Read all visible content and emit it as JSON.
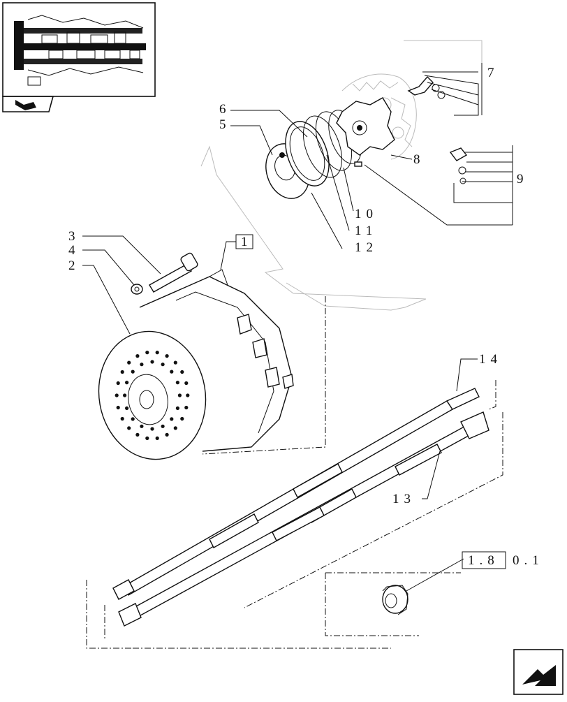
{
  "labels": {
    "l1": "1",
    "l2": "2",
    "l3": "3",
    "l4": "4",
    "l5": "5",
    "l6": "6",
    "l7": "7",
    "l8": "8",
    "l9": "9",
    "l10": "10",
    "l11": "11",
    "l12": "12",
    "l13": "13",
    "l14": "14"
  },
  "reference": {
    "boxed": "1.8",
    "suffix": "0.1"
  },
  "icons": {
    "thumbnail": "transmission-assembly-thumbnail",
    "corner_arrow": "back-arrow-icon",
    "next_arrow": "next-page-arrow-icon"
  }
}
